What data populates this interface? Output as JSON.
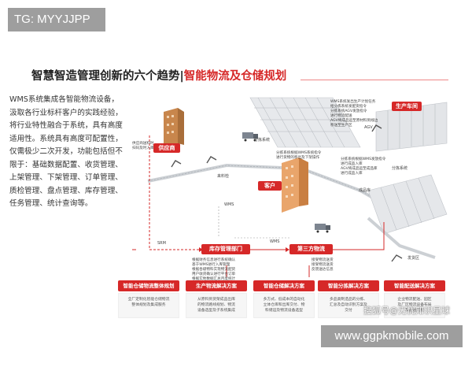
{
  "tag": "TG: MYYJJPP",
  "title": {
    "main": "智慧智造管理创新的六个趋势",
    "separator": "|",
    "accent": "智能物流及仓储规划"
  },
  "intro_text": "WMS系统集成各智能物流设备，汲取各行业标杆客户的实践经验，将行业特性融合于系统，具有高度适用性。系统具有高度可配置性，仅需极少二次开发，功能包括但不限于：基础数据配置、收货管理、上架管理、下架管理、订单管理、质检管理、盘点管理、库存管理、任务管理、统计查询等。",
  "diagram": {
    "boxes": {
      "supplier": "供应商",
      "production_line": "生产车间",
      "customer": "客户",
      "inventory_dept": "库存管理部门",
      "third_party": "第三方物流"
    },
    "labels": {
      "incoming": "来料检",
      "sorting1": "分拣系统",
      "sorting2": "分拣系统",
      "agv": "AGV",
      "finished": "成品库",
      "shipping": "发货区",
      "wms1": "WMS",
      "wms2": "WMS",
      "srm": "SRM"
    },
    "notes": {
      "top_left": "供应商送料时\n扫码及时入库",
      "mid_top": "分拣系统根据WMS系统指令\n进行货物的移出及下架操作",
      "right_top": "WMS系统发出生产计划任务\n给分拣系统发配货指令\n分拣系统AGV发放指令\n进行物流配送\nAGV将成品运至原材料到线边\n移送至生产区",
      "right_mid": "分拣系统根据WMS发放指令\n进行成品入库\nAGV将成品运至成品库\n进行成品入库",
      "bottom_left": "根据财务信息进行系统确认\n基于WMS进行入库管理\n根据各级物料实现物流配货\n用户收货确认进行平台订单\n根据实地数据汇总月度统计",
      "bottom_right": "接受物流送货\n接受物流送货\n反馈送达信息"
    }
  },
  "solutions": [
    {
      "head": "智能仓储物流整体规划",
      "body": "全厂定制化智能仓储物流\n整体规划及集成服务"
    },
    {
      "head": "生产物流解决方案",
      "body": "从原料到货架成品出库\n的物流路线规划、物流\n设备选型及子系统集成"
    },
    {
      "head": "智能仓储解决方案",
      "body": "多方式、低成本的自动化\n立体仓库和出库交付、物\n料储运及物流设备选型"
    },
    {
      "head": "智能分拣解决方案",
      "body": "多品类制造品的分拣、\n汇总及自动识别方案及\n交付"
    },
    {
      "head": "智能配送解决方案",
      "body": "企业物流配送、园区\n及厂区物流设备布局\n及配送系统"
    }
  ],
  "watermarks": {
    "sohu": "搜狐号@无忧知识星球",
    "site": "www.ggpkmobile.com"
  },
  "colors": {
    "accent": "#d62828",
    "gray_tag": "#9e9e9e"
  }
}
